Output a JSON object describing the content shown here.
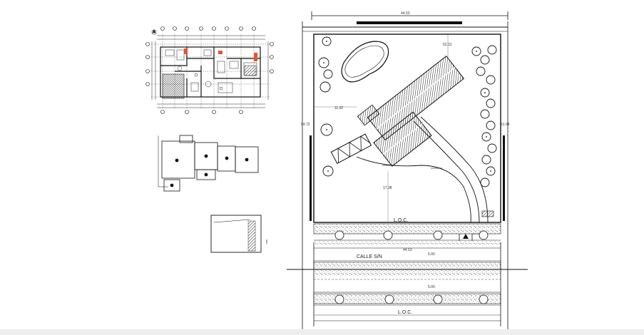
{
  "site_plan": {
    "top_dimension": "44.53",
    "dim_upper_right": "52.31",
    "dim_mid": "11.02",
    "dim_left": "54.72",
    "dim_right": "51.04",
    "dim_lower": "17.38",
    "loc_label_top": "L.O.C.",
    "street_dimension": "44.53",
    "street_name": "CALLE S/N",
    "lane_width_1": "5.00",
    "lane_width_2": "5.00",
    "loc_label_bottom": "L.O.C."
  },
  "colors": {
    "line": "#111111",
    "hatch": "#555555",
    "accent": "#e8542a"
  }
}
